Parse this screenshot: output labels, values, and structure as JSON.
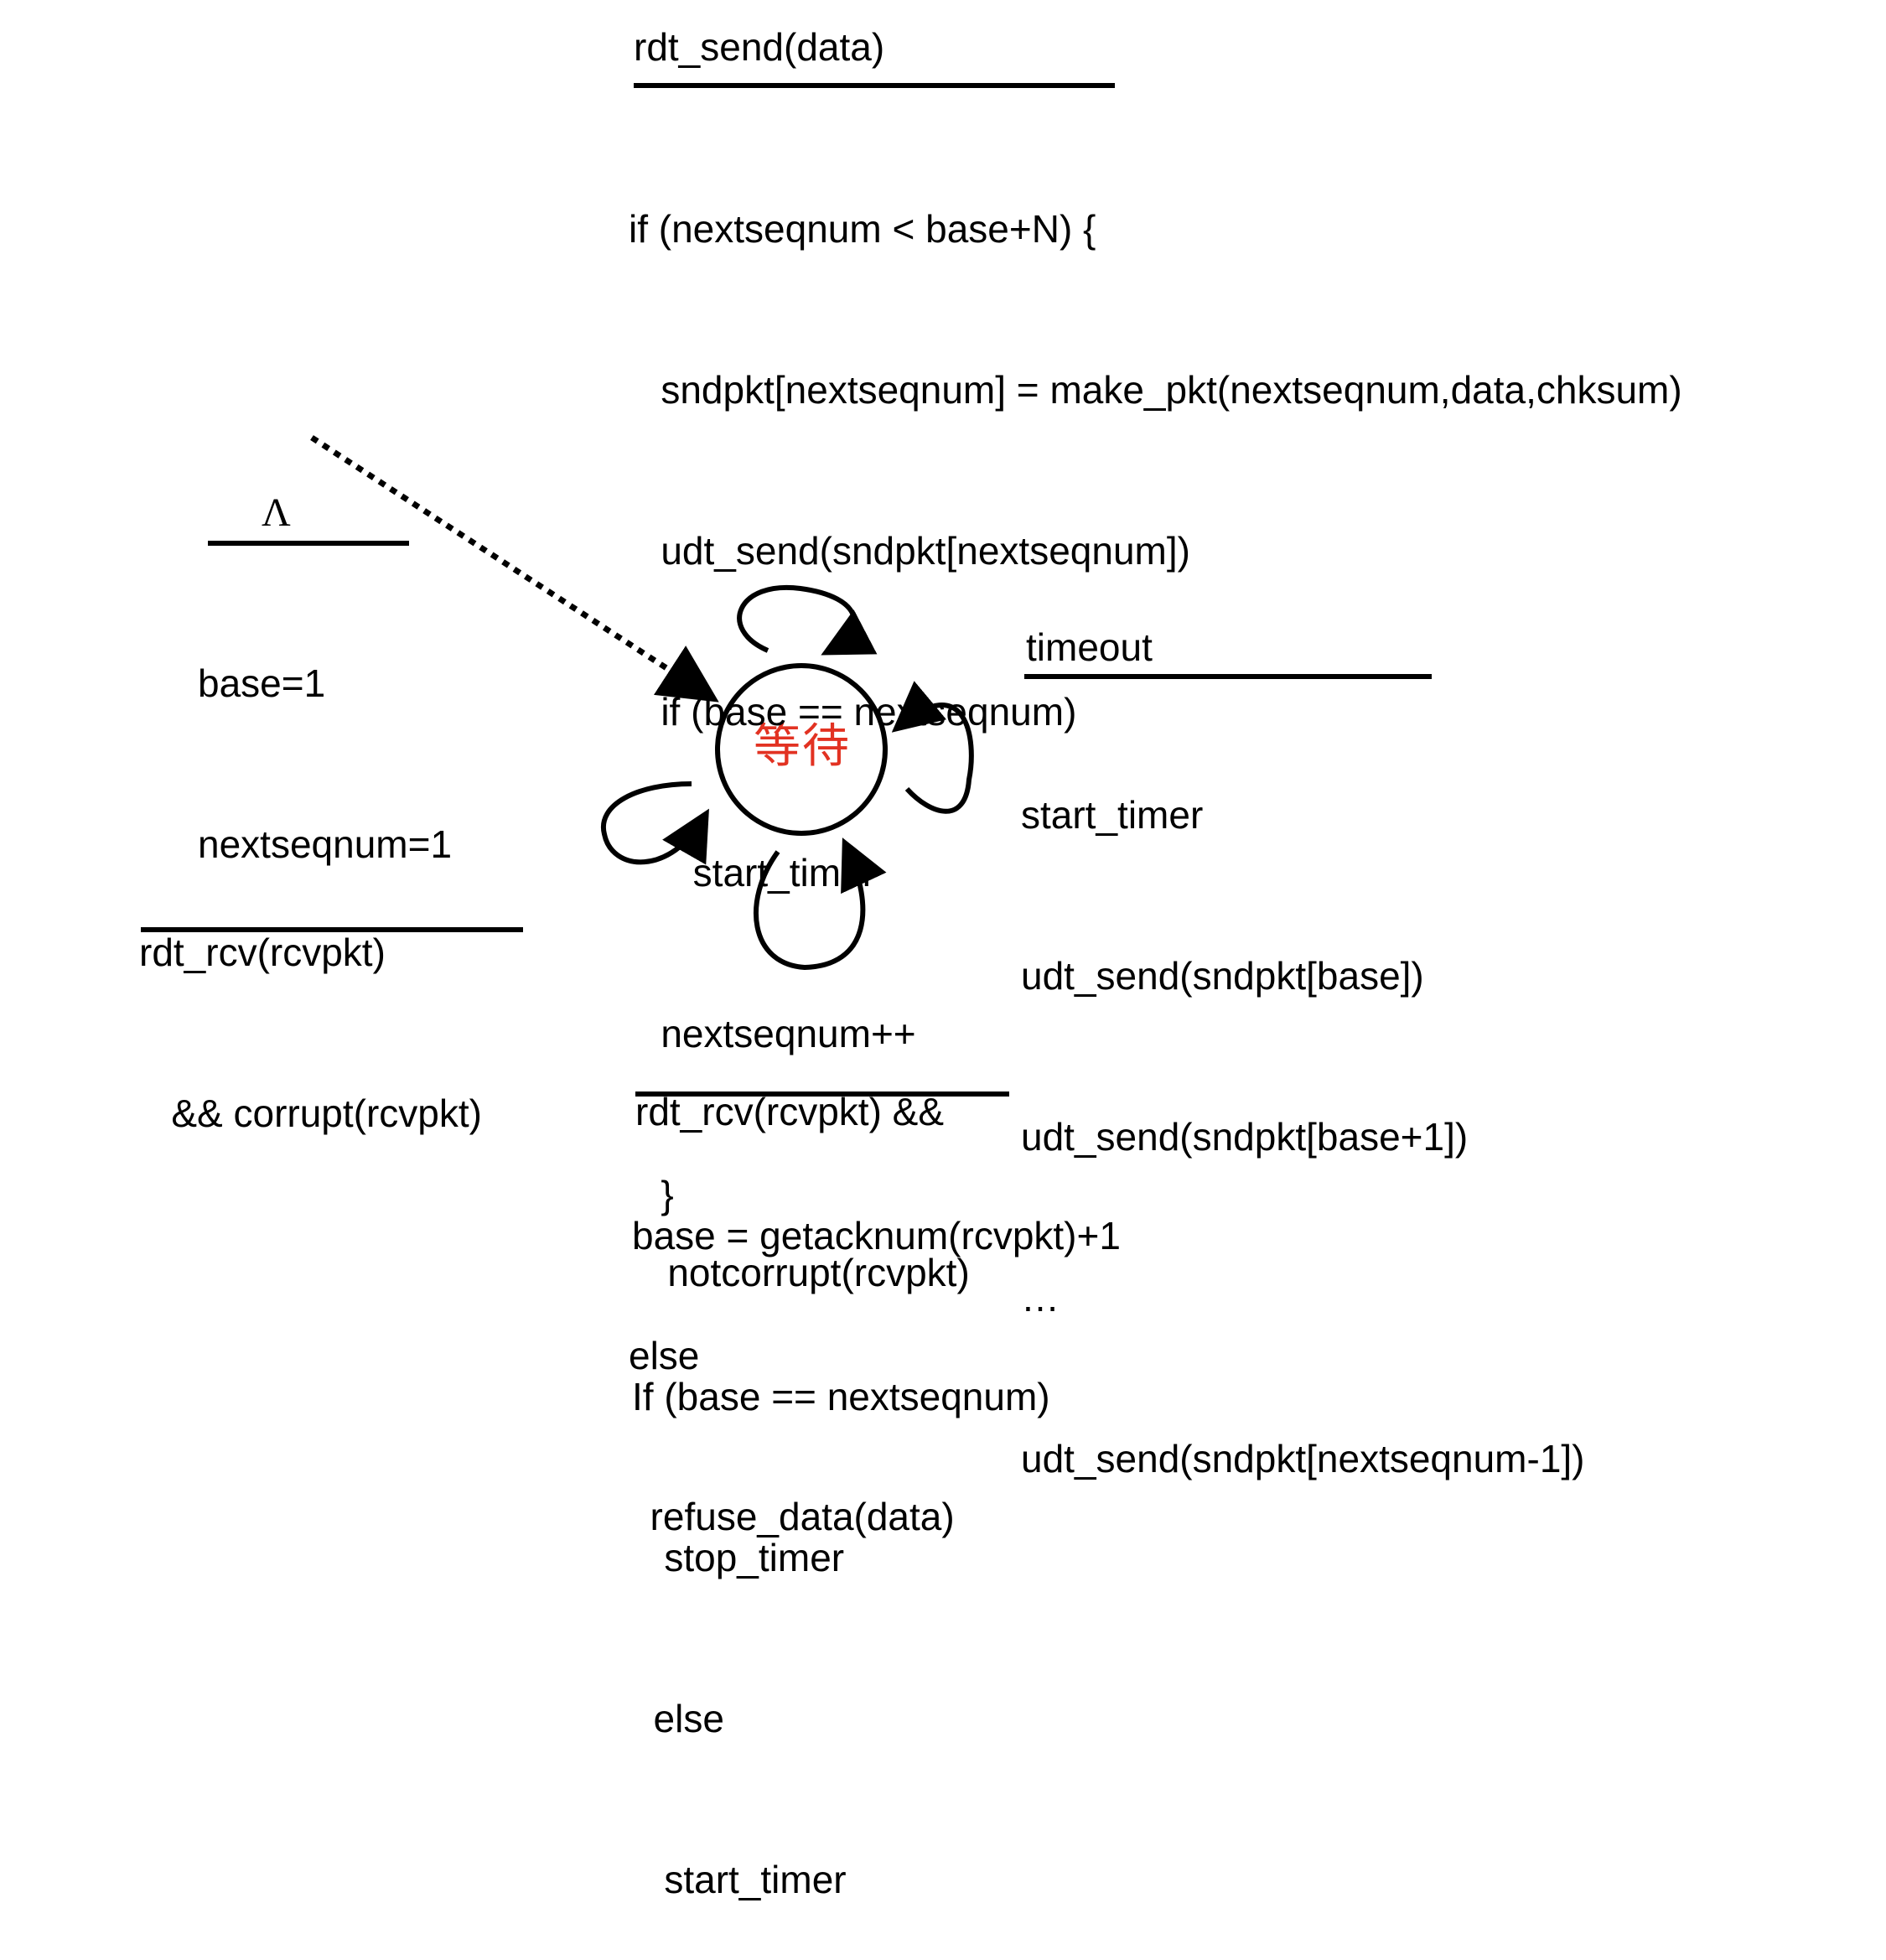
{
  "colors": {
    "stroke": "#000000",
    "state_label": "#e23222"
  },
  "state": {
    "label": "等待"
  },
  "init": {
    "event": "Λ",
    "actions": [
      "base=1",
      "nextseqnum=1"
    ]
  },
  "send_transition": {
    "event": "rdt_send(data)",
    "actions": [
      "if (nextseqnum < base+N) {",
      "   sndpkt[nextseqnum] = make_pkt(nextseqnum,data,chksum)",
      "   udt_send(sndpkt[nextseqnum])",
      "   if (base == nextseqnum)",
      "      start_timer",
      "   nextseqnum++",
      "   }",
      "else",
      "  refuse_data(data)"
    ]
  },
  "timeout_transition": {
    "event": "timeout",
    "actions": [
      "start_timer",
      "udt_send(sndpkt[base])",
      "udt_send(sndpkt[base+1])",
      "…",
      "udt_send(sndpkt[nextseqnum-1])"
    ]
  },
  "corrupt_transition": {
    "event_lines": [
      "rdt_rcv(rcvpkt)",
      "   && corrupt(rcvpkt)"
    ]
  },
  "ack_transition": {
    "event_lines": [
      "rdt_rcv(rcvpkt) &&",
      "   notcorrupt(rcvpkt)"
    ],
    "actions": [
      "base = getacknum(rcvpkt)+1",
      "If (base == nextseqnum)",
      "   stop_timer",
      "  else",
      "   start_timer"
    ]
  }
}
